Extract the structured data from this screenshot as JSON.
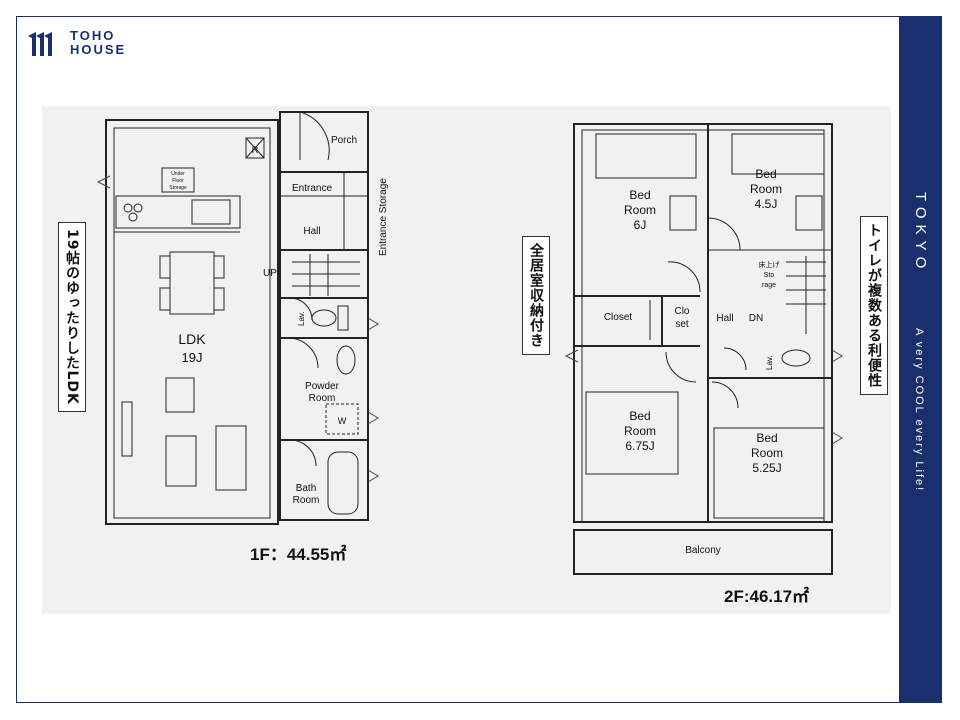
{
  "brand": {
    "line1": "TOHO",
    "line2": "HOUSE"
  },
  "sidebar": {
    "city": "TOKYO",
    "tagline": "A very COOL every Life!"
  },
  "floor1": {
    "area_label": "1F：44.55㎡",
    "rooms": {
      "ldk": "LDK",
      "ldk_size": "19J",
      "porch": "Porch",
      "entrance": "Entrance",
      "hall": "Hall",
      "entrance_storage": "Entrance Storage",
      "up": "UP",
      "lav": "Lav.",
      "powder": "Powder",
      "powder2": "Room",
      "bath": "Bath",
      "bath2": "Room",
      "under1": "Under",
      "under2": "Floor",
      "under3": "Storage",
      "r": "R",
      "w": "W"
    },
    "callout": "19帖のゆったりしたLDK"
  },
  "floor2": {
    "area_label": "2F:46.17㎡",
    "rooms": {
      "bed": "Bed",
      "room": "Room",
      "bed6": "6J",
      "bed45": "4.5J",
      "bed675": "6.75J",
      "bed525": "5.25J",
      "closet": "Closet",
      "clo1": "Clo",
      "clo2": "set",
      "hall": "Hall",
      "dn": "DN",
      "lav": "Lav.",
      "storage1": "床上げ",
      "storage2": "Sto",
      "storage3": "rage",
      "balcony": "Balcony"
    },
    "callout_left": "全居室収納付き",
    "callout_right": "トイレが複数ある利便性"
  }
}
